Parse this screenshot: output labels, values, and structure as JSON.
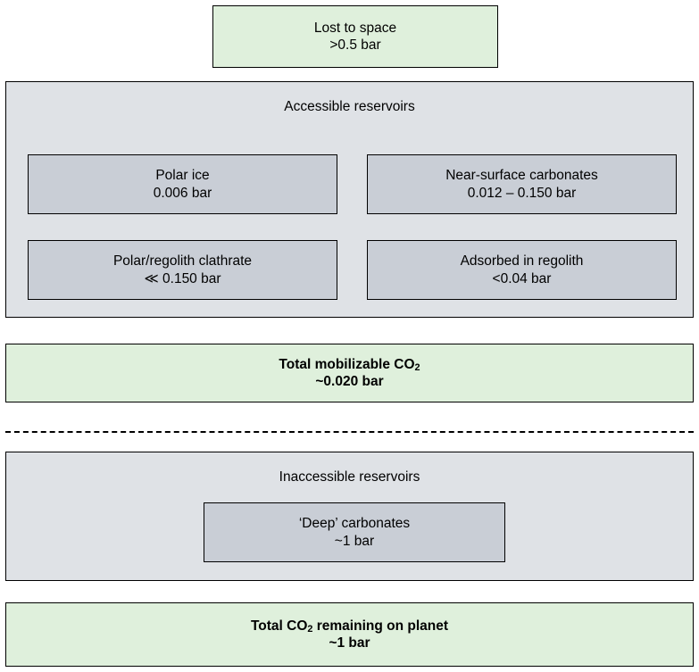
{
  "diagram": {
    "title_present": false,
    "colors": {
      "green_fill": "#dff0dc",
      "outer_grey_fill": "#dfe2e6",
      "inner_grey_fill": "#c9ced6",
      "border": "#000000",
      "background": "#ffffff"
    },
    "lost_to_space": {
      "line1": "Lost to space",
      "line2": ">0.5 bar"
    },
    "accessible": {
      "header": "Accessible reservoirs",
      "items": [
        {
          "line1": "Polar ice",
          "line2": "0.006 bar"
        },
        {
          "line1": "Near-surface carbonates",
          "line2": "0.012 – 0.150 bar"
        },
        {
          "line1": "Polar/regolith clathrate",
          "line2": "≪ 0.150 bar"
        },
        {
          "line1": "Adsorbed in regolith",
          "line2": "<0.04 bar"
        }
      ]
    },
    "total_mobilizable": {
      "line1_pre": "Total mobilizable CO",
      "line1_sub": "2",
      "line2": "~0.020 bar"
    },
    "divider": "dashed-separator",
    "inaccessible": {
      "header": "Inaccessible reservoirs",
      "items": [
        {
          "line1": "‘Deep’ carbonates",
          "line2": "~1 bar"
        }
      ]
    },
    "total_remaining": {
      "line1_pre": "Total CO",
      "line1_sub": "2",
      "line1_post": " remaining on planet",
      "line2": "~1 bar"
    }
  }
}
